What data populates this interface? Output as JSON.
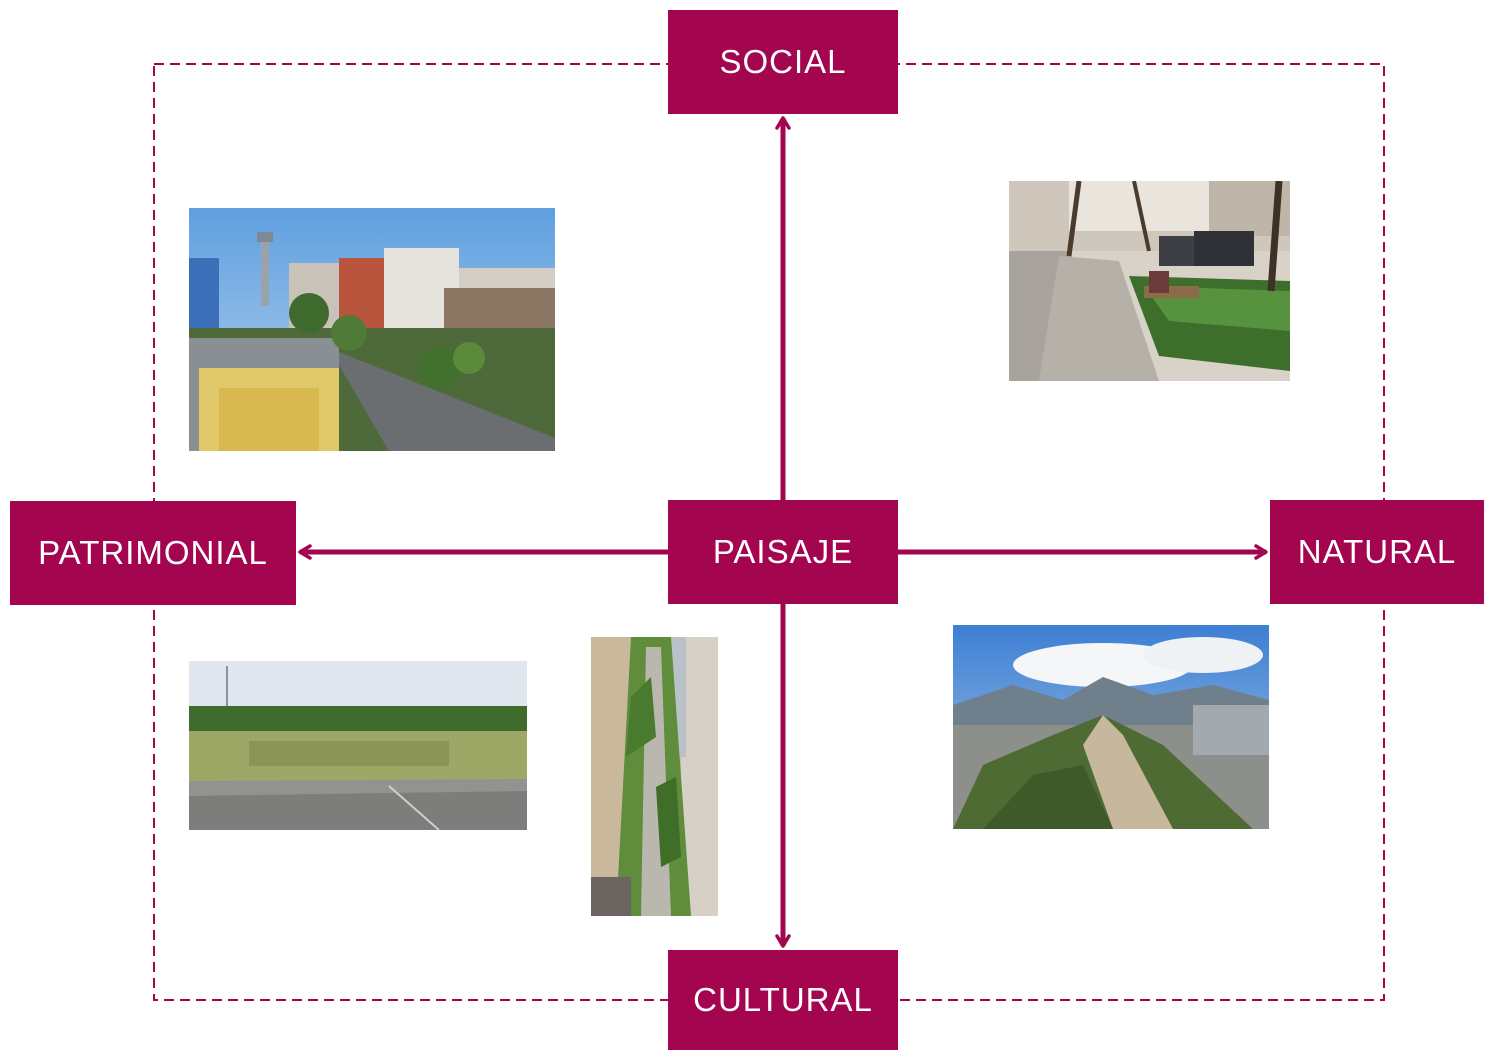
{
  "colors": {
    "accent": "#A3064F",
    "background": "#FFFFFF"
  },
  "nodes": {
    "center": "PAISAJE",
    "top": "SOCIAL",
    "left": "PATRIMONIAL",
    "right": "NATURAL",
    "bottom": "CULTURAL"
  },
  "photos": [
    {
      "id": "historic-city-view",
      "alt_icon": "city-buildings-photo"
    },
    {
      "id": "street-garden-bench",
      "alt_icon": "sidewalk-garden-photo"
    },
    {
      "id": "open-field-park",
      "alt_icon": "park-field-photo"
    },
    {
      "id": "elevated-linear-park",
      "alt_icon": "linear-park-photo"
    },
    {
      "id": "mountain-hill-view",
      "alt_icon": "mountain-hill-photo"
    }
  ]
}
